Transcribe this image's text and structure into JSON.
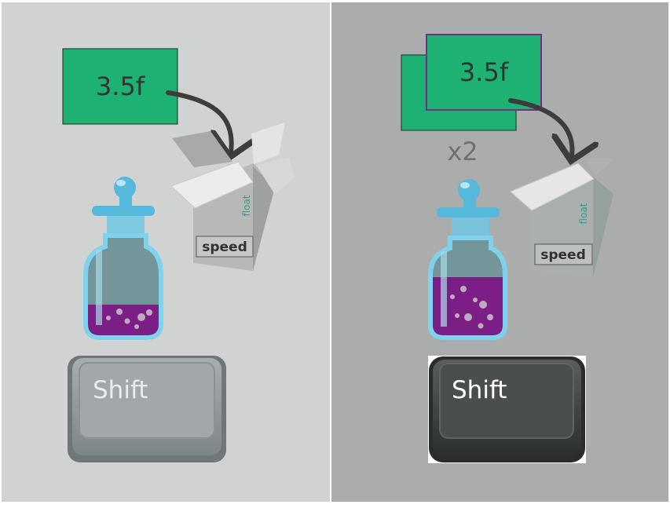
{
  "colors": {
    "left_panel_bg": "#d1d3d2",
    "right_panel_bg": "#aaadac",
    "value_card": "#1db173",
    "value_card_border_highlight": "#7a2a86",
    "potion_liquid": "#7b1e86",
    "potion_glass": "#7fd2ee",
    "potion_cork": "#56b8db",
    "key_unpressed": "#969d9e",
    "key_pressed": "#3f4243",
    "box_face": "#b4b8b6",
    "box_lid": "#e9e9e8"
  },
  "left_panel": {
    "value_card": {
      "text": "3.5f"
    },
    "variable_box": {
      "name_label": "speed",
      "type_label": "float"
    },
    "potion": {
      "icon": "potion-bottle-icon"
    },
    "shift_key": {
      "label": "Shift",
      "state": "unpressed"
    }
  },
  "right_panel": {
    "value_card": {
      "text": "3.5f"
    },
    "multiplier": "x2",
    "variable_box": {
      "name_label": "speed",
      "type_label": "float"
    },
    "potion": {
      "icon": "potion-bottle-icon"
    },
    "shift_key": {
      "label": "Shift",
      "state": "pressed"
    }
  }
}
